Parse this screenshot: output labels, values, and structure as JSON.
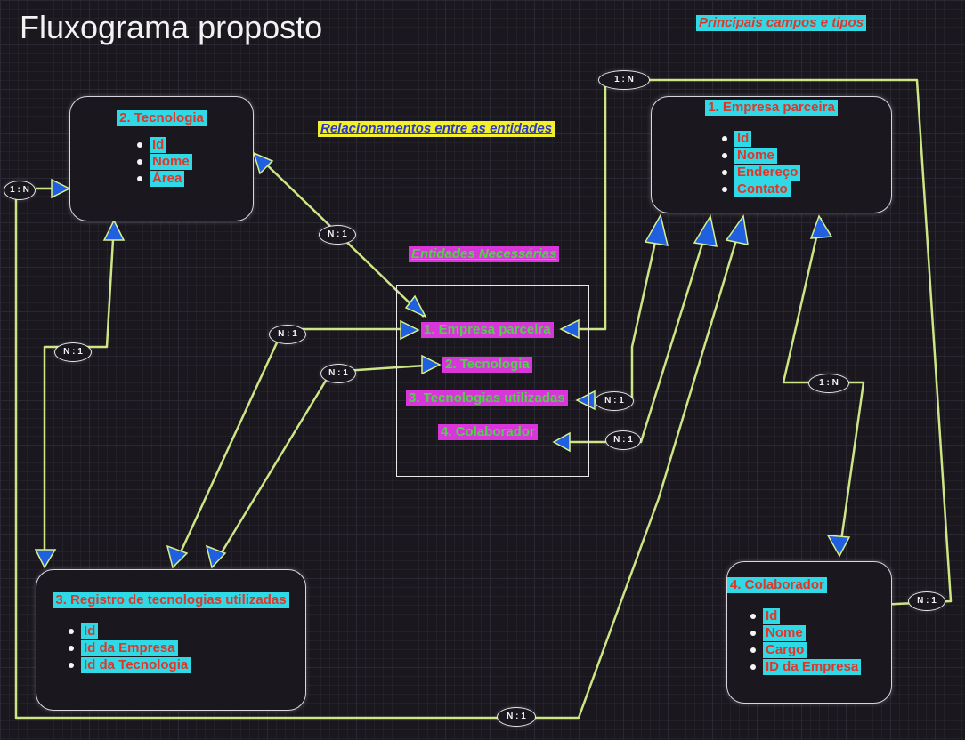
{
  "title": "Fluxograma proposto",
  "labels": {
    "principais": "Principais campos e tipos",
    "relacionamentos": "Relacionamentos entre as entidades",
    "entidades": "Entidades Necessárias"
  },
  "cards": {
    "tecnologia": {
      "title": "2. Tecnologia",
      "fields": [
        "Id",
        "Nome",
        "Área"
      ]
    },
    "empresa": {
      "title": "1. Empresa parceira",
      "fields": [
        "Id",
        "Nome",
        "Endereço",
        "Contato"
      ]
    },
    "registro": {
      "title": "3. Registro de tecnologias utilizadas",
      "fields": [
        "Id",
        "Id da Empresa",
        "Id da Tecnologia"
      ]
    },
    "colaborador": {
      "title": "4. Colaborador",
      "fields": [
        "Id",
        "Nome",
        "Cargo",
        "ID da Empresa"
      ]
    }
  },
  "entities": [
    "1. Empresa parceira",
    "2. Tecnologia",
    "3. Tecnologias utilizadas",
    "4. Colaborador"
  ],
  "relations": {
    "r_1n_topright": "1 : N",
    "r_1n_left": "1 : N",
    "r_n1_tec_ent": "N : 1",
    "r_n1_left": "N : 1",
    "r_n1_reg_emp": "N : 1",
    "r_n1_reg_tec": "N : 1",
    "r_n1_tu_emp": "N : 1",
    "r_n1_col_emp": "N : 1",
    "r_1n_emp_col": "1 : N",
    "r_n1_colright": "N : 1",
    "r_n1_bottom": "N : 1"
  },
  "colors": {
    "background": "#1a181e",
    "link": "#d7f08a",
    "arrowhead": "#1f5fe0",
    "field_bg": "#2fd9e6",
    "field_text": "#e0362a",
    "entity_bg": "#d836d8",
    "entity_text": "#4fd14a"
  }
}
